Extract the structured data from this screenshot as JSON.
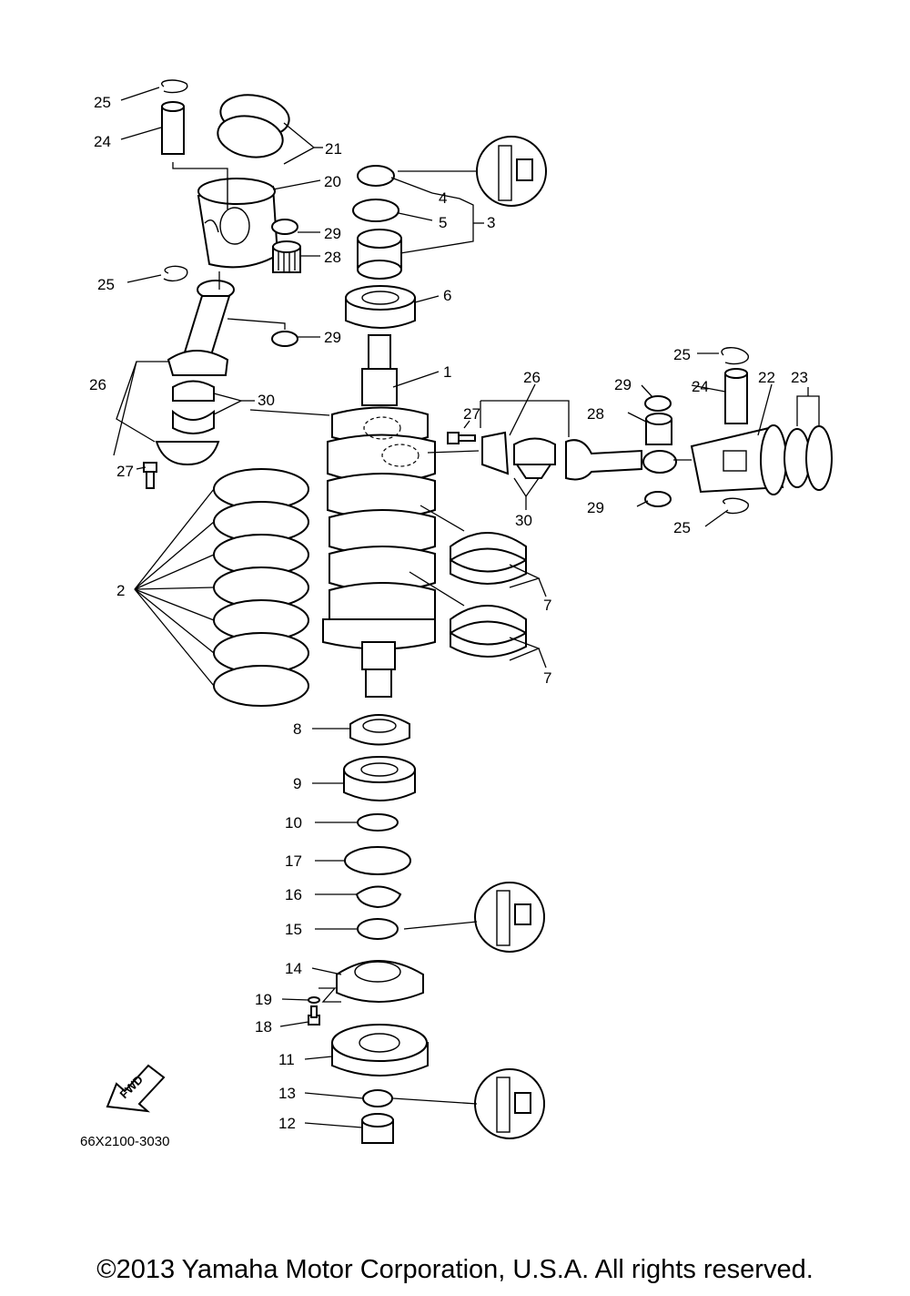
{
  "diagram": {
    "drawing_code": "66X2100-3030",
    "fwd_label": "FWD",
    "copyright": "©2013 Yamaha Motor Corporation, U.S.A. All rights reserved.",
    "callouts": {
      "c1": "1",
      "c2": "2",
      "c3": "3",
      "c4": "4",
      "c5": "5",
      "c6": "6",
      "c7a": "7",
      "c7b": "7",
      "c8": "8",
      "c9": "9",
      "c10": "10",
      "c11": "11",
      "c12": "12",
      "c13": "13",
      "c14": "14",
      "c15": "15",
      "c16": "16",
      "c17": "17",
      "c18": "18",
      "c19": "19",
      "c20": "20",
      "c21": "21",
      "c22": "22",
      "c23": "23",
      "c24a": "24",
      "c24b": "24",
      "c25a": "25",
      "c25b": "25",
      "c25c": "25",
      "c25d": "25",
      "c26a": "26",
      "c26b": "26",
      "c27a": "27",
      "c27b": "27",
      "c28a": "28",
      "c28b": "28",
      "c29a": "29",
      "c29b": "29",
      "c29c": "29",
      "c29d": "29",
      "c30a": "30",
      "c30b": "30"
    },
    "lubrication_icons": [
      "grease-tube-icon",
      "grease-tube-icon",
      "grease-tube-icon"
    ]
  }
}
